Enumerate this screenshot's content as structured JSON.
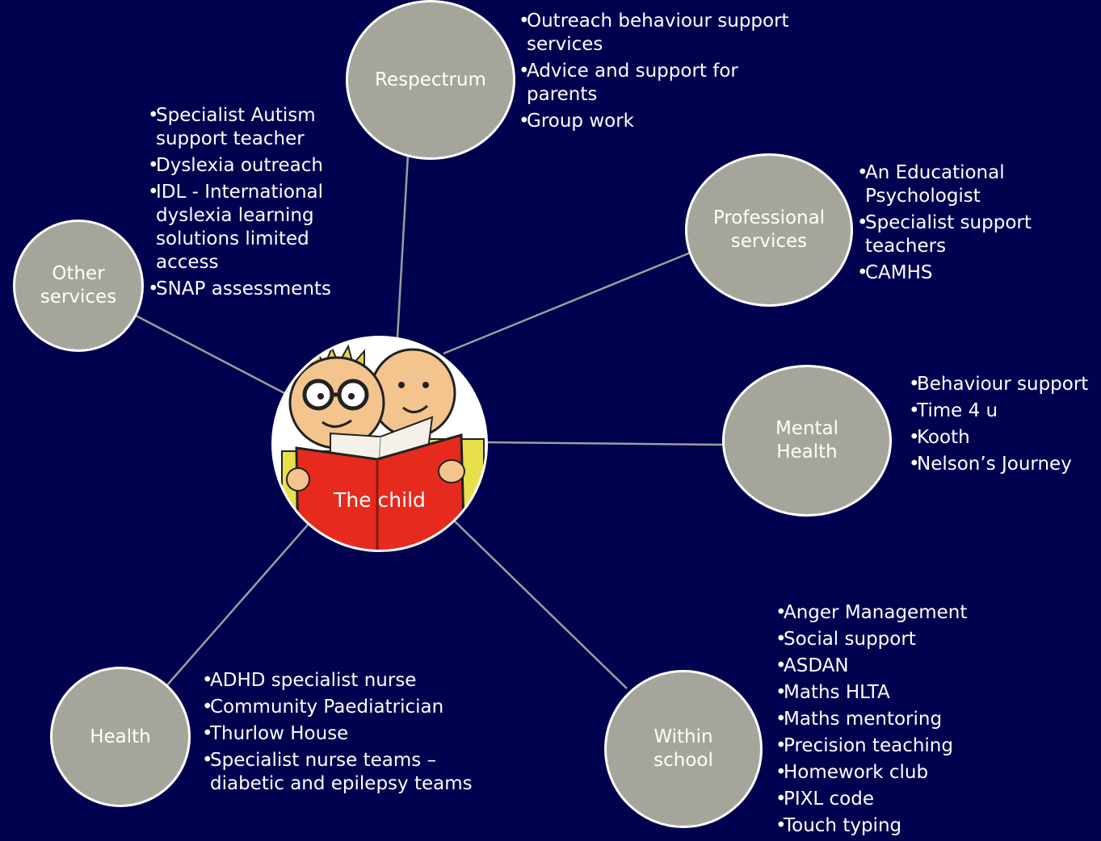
{
  "colors": {
    "background": "#00024f",
    "node_fill": "#a6a59c",
    "node_border": "#ffffff",
    "connector": "#9d9d9d",
    "text": "#ffffff"
  },
  "center": {
    "label": "The child",
    "image_icon": "two-children-reading-book-illustration"
  },
  "nodes": {
    "respectrum": {
      "label": "Respectrum",
      "items": [
        "Outreach behaviour support services",
        "Advice and support for parents",
        "Group work"
      ]
    },
    "other_services": {
      "label": "Other\nservices",
      "items": [
        "Specialist Autism support teacher",
        "Dyslexia outreach",
        "IDL - International dyslexia learning solutions limited access",
        "SNAP assessments"
      ]
    },
    "professional_services": {
      "label": "Professional\nservices",
      "items": [
        "An Educational Psychologist",
        "Specialist support teachers",
        "CAMHS"
      ]
    },
    "mental_health": {
      "label": "Mental\nHealth",
      "items": [
        "Behaviour support",
        "Time 4 u",
        "Kooth",
        "Nelson’s Journey"
      ]
    },
    "health": {
      "label": "Health",
      "items": [
        "ADHD specialist nurse",
        "Community Paediatrician",
        "Thurlow House",
        "Specialist nurse teams – diabetic and epilepsy teams"
      ]
    },
    "within_school": {
      "label": "Within\nschool",
      "items": [
        "Anger Management",
        "Social support",
        "ASDAN",
        "Maths HLTA",
        "Maths mentoring",
        "Precision teaching",
        "Homework club",
        "PIXL code",
        "Touch typing"
      ]
    }
  }
}
